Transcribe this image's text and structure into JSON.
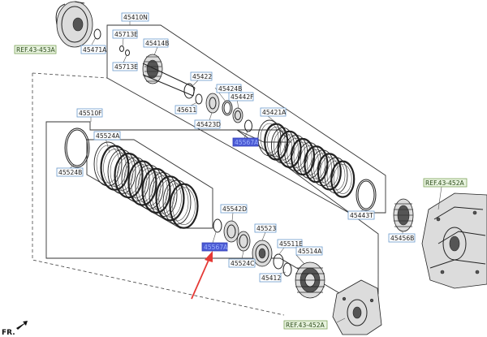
{
  "labels": {
    "ref_453a": "REF.43-453A",
    "p45471a": "45471A",
    "p45410n": "45410N",
    "p45713e_top": "45713E",
    "p45414b": "45414B",
    "p45713e_bot": "45713E",
    "p45422": "45422",
    "p45424b": "45424B",
    "p45611": "45611",
    "p45442f": "45442F",
    "p45423d": "45423D",
    "p45421a": "45421A",
    "p45567a_top": "45567A",
    "p45510f": "45510F",
    "p45524a": "45524A",
    "p45524b": "45524B",
    "p45443t": "45443T",
    "ref_452a_top": "REF.43-452A",
    "p45542d": "45542D",
    "p45523": "45523",
    "p45567a_bot": "45567A",
    "p45511e": "45511E",
    "p45524c": "45524C",
    "p45514a": "45514A",
    "p45412": "45412",
    "p45456b": "45456B",
    "ref_452a_bot": "REF.43-452A",
    "fr": "FR."
  },
  "colors": {
    "highlight": "#4c5bd4",
    "reference": "#e8f3df",
    "arrow": "#e53935"
  }
}
